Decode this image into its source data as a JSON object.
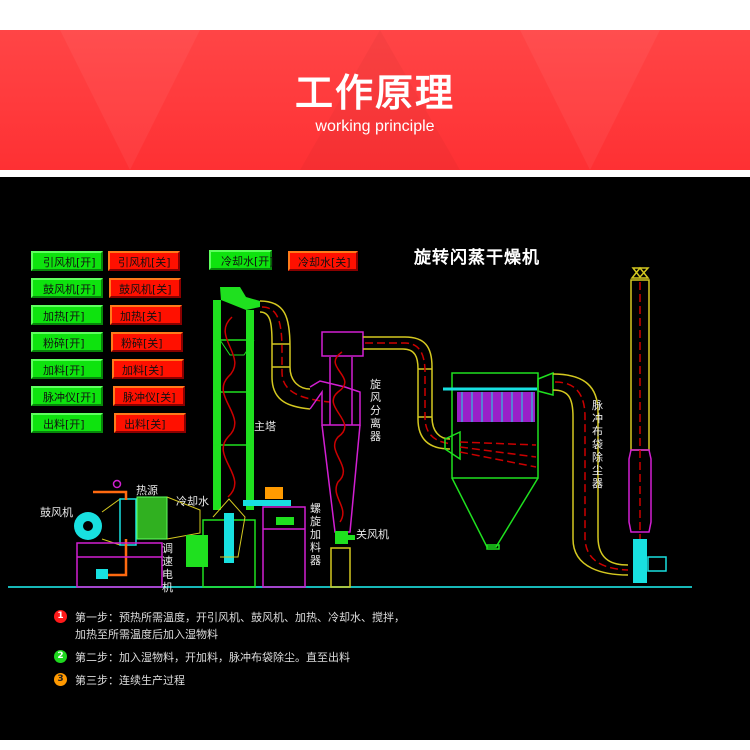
{
  "header": {
    "title": "工作原理",
    "subtitle": "working principle"
  },
  "diagram": {
    "title": "旋转闪蒸干燥机",
    "controls": [
      {
        "on_label": "引风机[开]",
        "off_label": "引风机[关]"
      },
      {
        "on_label": "鼓风机[开]",
        "off_label": "鼓风机[关]"
      },
      {
        "on_label": "加热[开]",
        "off_label": "加热[关]"
      },
      {
        "on_label": "粉碎[开]",
        "off_label": "粉碎[关]"
      },
      {
        "on_label": "加料[开]",
        "off_label": "加料[关]"
      },
      {
        "on_label": "脉冲仪[开]",
        "off_label": "脉冲仪[关]"
      },
      {
        "on_label": "出料[开]",
        "off_label": "出料[关]"
      }
    ],
    "cooling": {
      "on_label": "冷却水[开]",
      "off_label": "冷却水[关]"
    },
    "labels": {
      "blower": "鼓风机",
      "heat_source": "热源",
      "cooling_water": "冷却水",
      "main_tower": "主塔",
      "cyclone": "旋风分离器",
      "screw_feeder": "螺旋加料器",
      "speed_motor": "调速电机",
      "airlock": "关风机",
      "bag_filter": "脉冲布袋除尘器"
    },
    "colors": {
      "on": "#0ee30e",
      "off": "#ff1000",
      "pipe": "#d4c820",
      "tower": "#1fe01f",
      "cyclone": "#d21fd2",
      "flow": "#cc0000",
      "equipment": "#18e0e0"
    }
  },
  "steps": [
    {
      "num": "1",
      "color": "#ff1a1a",
      "text": "第一步：预热所需温度，开引风机、鼓风机、加热、冷却水、搅拌，",
      "text2": "加热至所需温度后加入湿物料"
    },
    {
      "num": "2",
      "color": "#1ed81e",
      "text": "第二步：加入湿物料，开加料，脉冲布袋除尘。直至出料"
    },
    {
      "num": "3",
      "color": "#ff9900",
      "text": "第三步：连续生产过程"
    }
  ]
}
